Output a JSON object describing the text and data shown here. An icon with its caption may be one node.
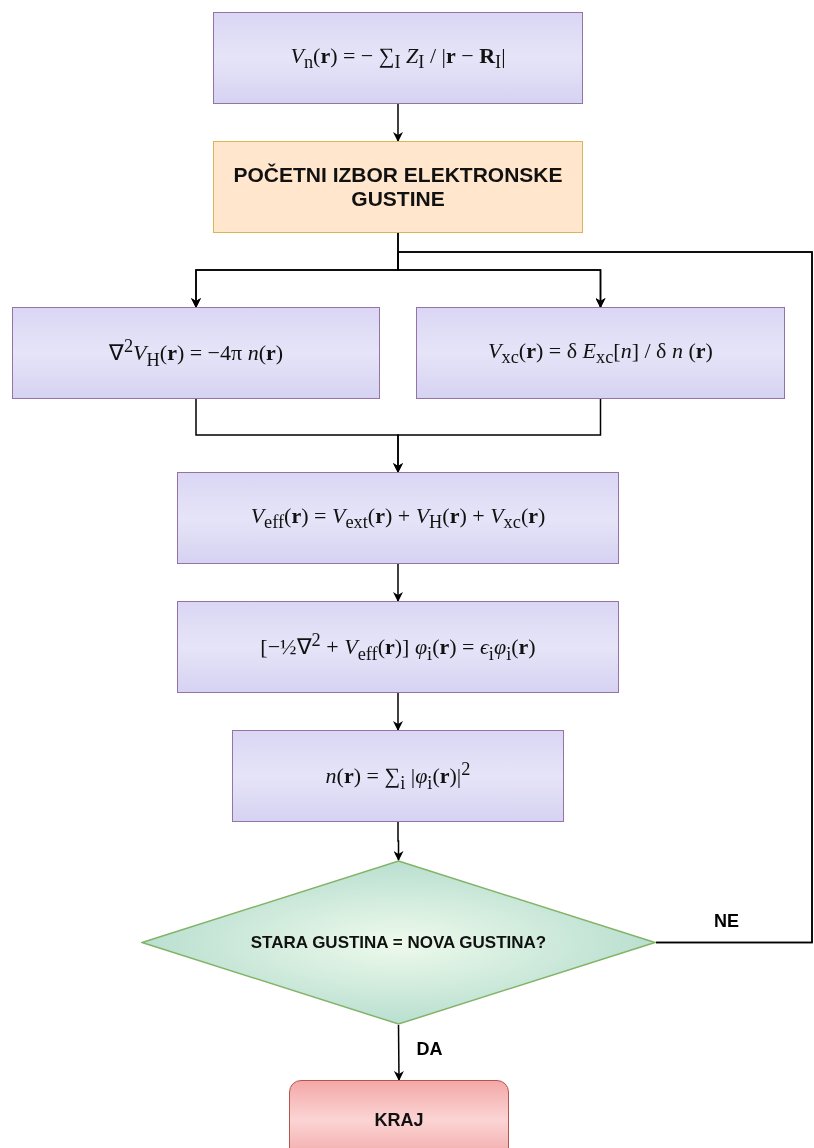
{
  "diagram": {
    "nodes": [
      {
        "text": [
          "*V*$_{n}$(**r**) = − ∑$_{I}$ *Z*$_{I}$ / |**r** − **R**$_{I}$|"
        ]
      },
      {
        "text": [
          "POČETNI IZBOR ELEKTRONSKE GUSTINE"
        ]
      },
      {
        "text": [
          "∇$^{2}$*V*$_{H}$(**r**) = −4π *n*(**r**)"
        ]
      },
      {
        "text": [
          "*V*$_{xc}$(**r**) = δ *E*$_{xc}$[*n*] / δ *n* (**r**)"
        ]
      },
      {
        "text": [
          "*V*$_{eff}$(**r**) = *V*$_{ext}$(**r**) + *V*$_{H}$(**r**) + *V*$_{xc}$(**r**)"
        ]
      },
      {
        "text": [
          "[−½∇$^{2}$ + *V*$_{eff}$(**r**)] *φ*$_{i}$(**r**) = *ϵ*$_{i}$*φ*$_{i}$(**r**)"
        ]
      },
      {
        "text": [
          "*n*(**r**) = ∑$_{i}$ |*φ*$_{i}$(**r**)|$^{2}$"
        ]
      },
      {
        "text": [
          "STARA GUSTINA = NOVA GUSTINA?"
        ]
      },
      {
        "text": [
          "KRAJ"
        ]
      }
    ],
    "edges": [
      {
        "from": 0,
        "to": 1,
        "arrow": "to"
      },
      {
        "from": 1,
        "to": 2,
        "arrow": "to"
      },
      {
        "from": 1,
        "to": 3,
        "arrow": "to"
      },
      {
        "from": 2,
        "to": 4,
        "arrow": "to"
      },
      {
        "from": 3,
        "to": 4,
        "arrow": "to"
      },
      {
        "from": 4,
        "to": 5,
        "arrow": "to"
      },
      {
        "from": 5,
        "to": 6,
        "arrow": "to"
      },
      {
        "from": 6,
        "to": 7,
        "arrow": "to"
      },
      {
        "from": 7,
        "to": 8,
        "arrow": "to",
        "label": "DA"
      },
      {
        "from": 7,
        "to": 2,
        "arrow": "to",
        "label": "NE"
      },
      {
        "from": 7,
        "to": 3,
        "arrow": "to"
      }
    ]
  }
}
